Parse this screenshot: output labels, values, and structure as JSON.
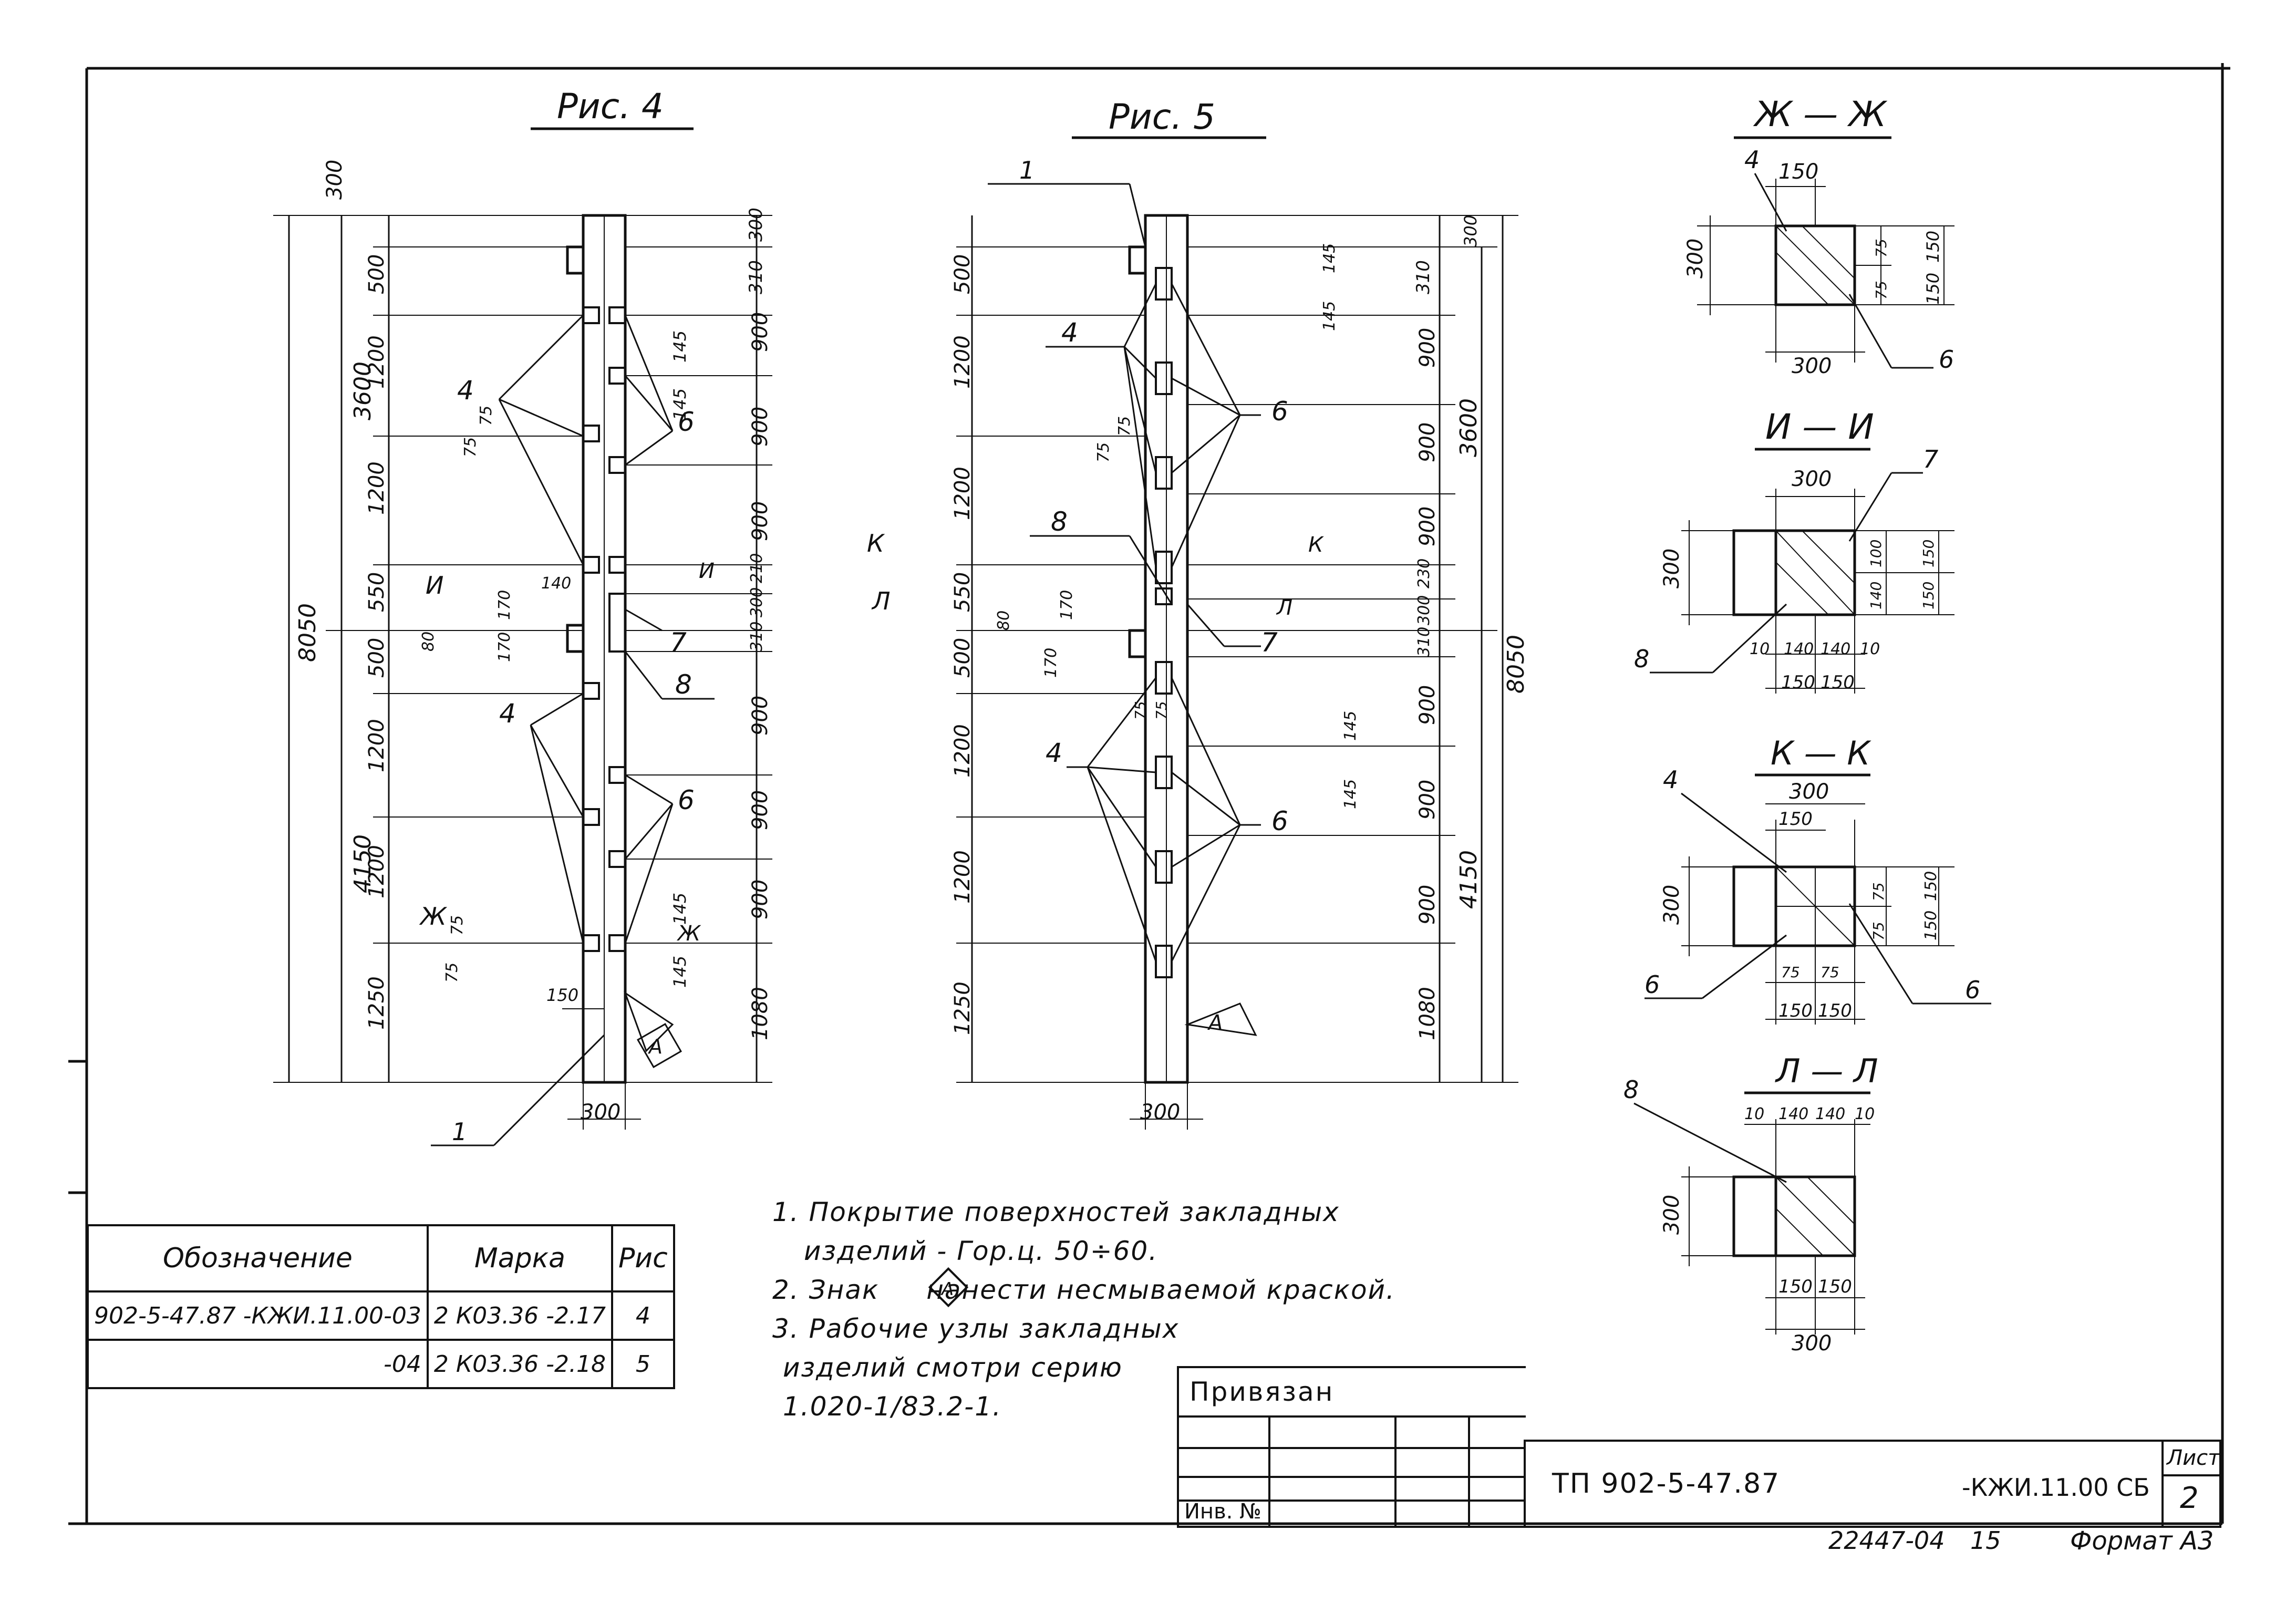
{
  "figure_titles": {
    "fig4": "Рис. 4",
    "fig5": "Рис. 5",
    "sec_zh": "Ж — Ж",
    "sec_i": "И — И",
    "sec_k": "К — К",
    "sec_l": "Л — Л"
  },
  "fig4": {
    "total_height": "8050",
    "upper": "3600",
    "lower": "4150",
    "left_dims": [
      "500",
      "1200",
      "1200",
      "550",
      "500",
      "1200",
      "1200",
      "1250"
    ],
    "right_dims": [
      "300",
      "310",
      "900",
      "900",
      "900",
      "210",
      "300",
      "310",
      "900",
      "900",
      "900",
      "1080"
    ],
    "top_dim": "300",
    "small_dims": [
      "145",
      "145",
      "145",
      "145",
      "75",
      "75",
      "170",
      "170",
      "80",
      "140",
      "150",
      "75",
      "75"
    ],
    "width": "300",
    "callouts": [
      "1",
      "4",
      "4",
      "6",
      "6",
      "7",
      "8"
    ],
    "marks": [
      "И",
      "И",
      "Ж",
      "Ж"
    ],
    "sign": "А"
  },
  "fig5": {
    "total_height": "8050",
    "upper": "3600",
    "lower": "4150",
    "left_dims": [
      "500",
      "1200",
      "1200",
      "550",
      "500",
      "1200",
      "1200",
      "1250"
    ],
    "right_dims": [
      "300",
      "310",
      "900",
      "900",
      "900",
      "230",
      "300",
      "310",
      "900",
      "900",
      "900",
      "1080"
    ],
    "small_dims": [
      "145",
      "145",
      "145",
      "145",
      "75",
      "75",
      "170",
      "170",
      "80",
      "75",
      "75"
    ],
    "width": "300",
    "callouts": [
      "1",
      "4",
      "4",
      "6",
      "6",
      "7",
      "8"
    ],
    "marks": [
      "К",
      "К",
      "Л",
      "Л"
    ],
    "sign": "А"
  },
  "sections": {
    "zh": {
      "top": "150",
      "side": "300",
      "bottom": "300",
      "right": [
        "75",
        "75",
        "150",
        "150"
      ],
      "callouts": [
        "4",
        "6"
      ]
    },
    "i": {
      "top": "300",
      "side": "300",
      "bottom": [
        "10",
        "140",
        "140",
        "10"
      ],
      "bottom2": [
        "150",
        "150"
      ],
      "right": [
        "100",
        "140",
        "150",
        "150"
      ],
      "callouts": [
        "7",
        "8"
      ]
    },
    "k": {
      "top": "300",
      "top2": "150",
      "side": "300",
      "bottom": [
        "75",
        "75"
      ],
      "bottom2": [
        "150",
        "150"
      ],
      "right": [
        "75",
        "75",
        "150",
        "150"
      ],
      "callouts": [
        "4",
        "6",
        "6"
      ]
    },
    "l": {
      "top": [
        "10",
        "140",
        "140",
        "10"
      ],
      "side": "300",
      "bottom": [
        "150",
        "150"
      ],
      "bottom2": "300",
      "callouts": [
        "8"
      ]
    }
  },
  "spec_table": {
    "headers": [
      "Обозначение",
      "Марка",
      "Рис"
    ],
    "rows": [
      [
        "902-5-47.87 -КЖИ.11.00-03",
        "2 К03.36 -2.17",
        "4"
      ],
      [
        "-04",
        "2 К03.36 -2.18",
        "5"
      ]
    ]
  },
  "notes": [
    "1. Покрытие поверхностей закладных",
    "изделий - Гор.ц. 50÷60.",
    "2. Знак",
    "нанести несмываемой краской.",
    "3. Рабочие узлы закладных",
    "изделий смотри серию",
    "1.020-1/83.2-1."
  ],
  "title_block": {
    "privyazan": "Привязан",
    "inv_no": "Инв. №",
    "project": "ТП 902-5-47.87",
    "code": "-КЖИ.11.00 СБ",
    "sheet_label": "Лист",
    "sheet_no": "2",
    "archive": "22447-04",
    "archive_sheet": "15",
    "format": "Формат А3"
  }
}
